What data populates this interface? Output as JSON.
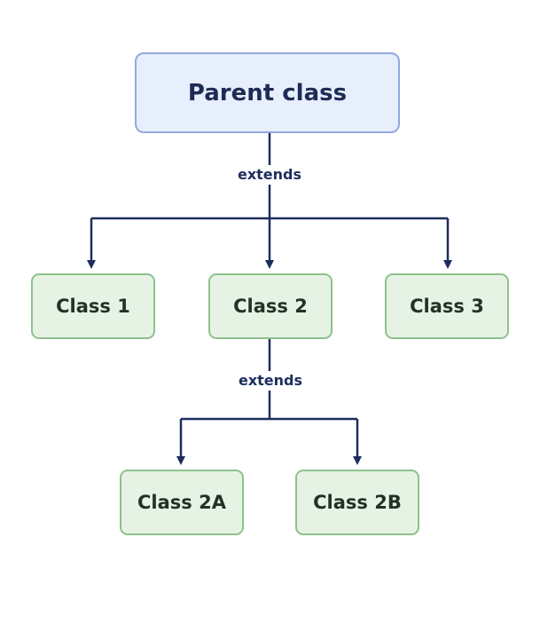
{
  "diagram": {
    "parent": {
      "label": "Parent class"
    },
    "children": [
      {
        "label": "Class 1"
      },
      {
        "label": "Class 2"
      },
      {
        "label": "Class 3"
      }
    ],
    "grandchildren": [
      {
        "label": "Class 2A"
      },
      {
        "label": "Class 2B"
      }
    ],
    "edge_labels": {
      "top": "extends",
      "middle": "extends"
    }
  },
  "colors": {
    "parent_fill": "#e7eefc",
    "parent_border": "#93a8de",
    "child_fill": "#e6f3e4",
    "child_border": "#8fc18d",
    "connector": "#1d2e5e"
  }
}
